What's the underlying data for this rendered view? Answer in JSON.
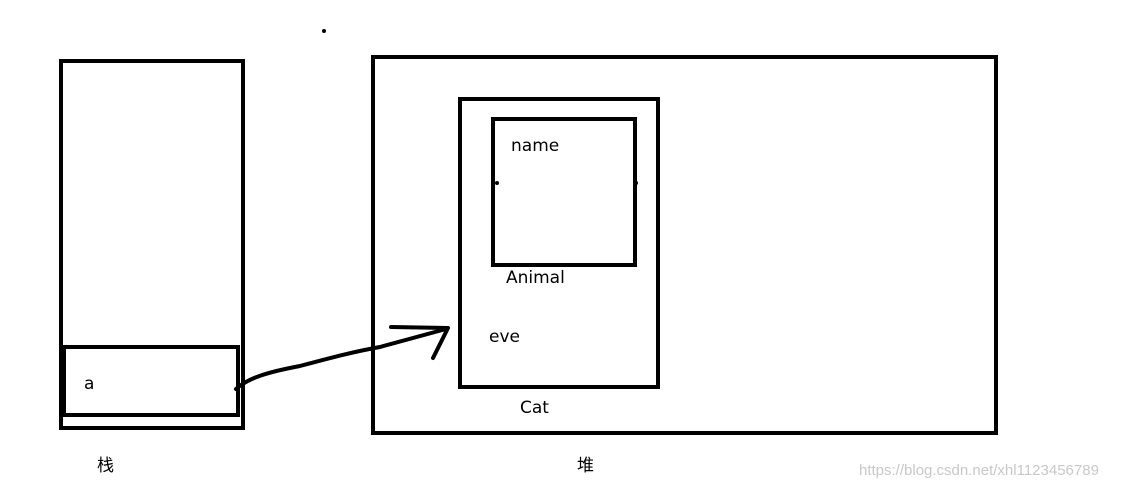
{
  "stack": {
    "label": "栈",
    "variable": "a"
  },
  "heap": {
    "label": "堆",
    "cat": {
      "label": "Cat",
      "field": "eve"
    },
    "animal": {
      "label": "Animal",
      "field": "name"
    }
  },
  "watermark": "https://blog.csdn.net/xhl1123456789"
}
